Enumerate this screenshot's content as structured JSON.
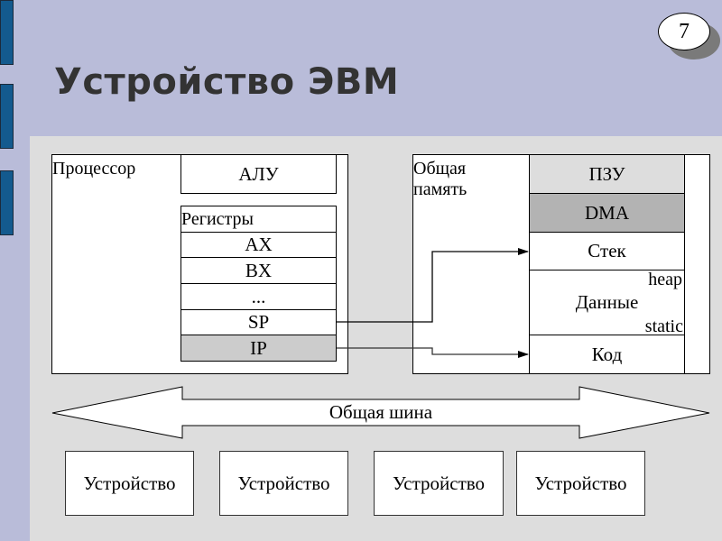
{
  "slide": {
    "title": "Устройство ЭВМ",
    "page_number": "7"
  },
  "processor": {
    "label": "Процессор",
    "alu": "АЛУ",
    "registers_label": "Регистры",
    "registers": [
      "AX",
      "BX",
      "...",
      "SP",
      "IP"
    ]
  },
  "memory": {
    "label_line1": "Общая",
    "label_line2": "память",
    "segments": {
      "rom": "ПЗУ",
      "dma": "DMA",
      "stack": "Стек",
      "data": "Данные",
      "heap": "heap",
      "static": "static",
      "code": "Код"
    }
  },
  "bus": {
    "label": "Общая шина"
  },
  "devices": [
    "Устройство",
    "Устройство",
    "Устройство",
    "Устройство"
  ],
  "colors": {
    "background": "#b9bcd9",
    "panel": "#dddddd",
    "side_bars": "#135a8e",
    "rom_fill": "#dddddd",
    "dma_fill": "#b3b3b3",
    "ip_fill": "#cccccc"
  }
}
